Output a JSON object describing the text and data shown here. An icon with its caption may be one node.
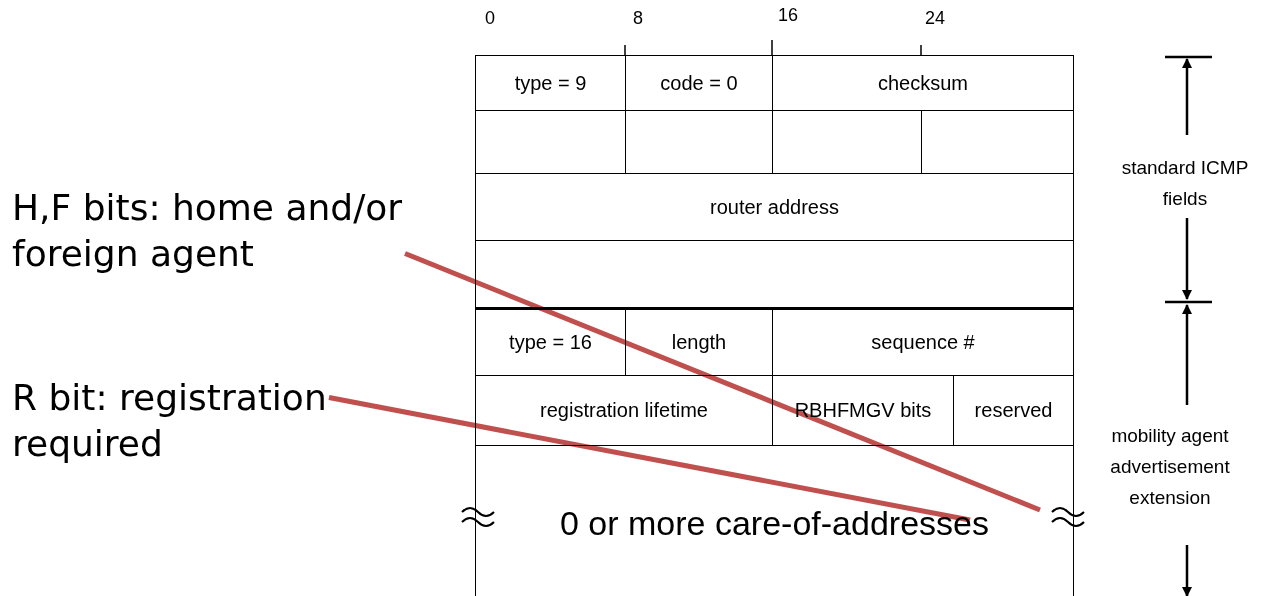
{
  "diagram": {
    "nodes": [
      {
        "text": [
          "type = 9"
        ]
      },
      {
        "text": [
          "code = 0"
        ]
      },
      {
        "text": [
          "checksum"
        ]
      },
      {
        "text": [
          "router address"
        ]
      },
      {
        "text": [
          "type = 16"
        ]
      },
      {
        "text": [
          "length"
        ]
      },
      {
        "text": [
          "sequence #"
        ]
      },
      {
        "text": [
          "registration lifetime"
        ]
      },
      {
        "text": [
          "RBHFMGV bits"
        ]
      },
      {
        "text": [
          "reserved"
        ]
      },
      {
        "text": [
          "0 or more care-of-addresses"
        ]
      },
      {
        "text": [
          "H,F bits: home and/or foreign agent"
        ]
      },
      {
        "text": [
          "R bit: registration required"
        ]
      }
    ],
    "edges": [
      {
        "from": 11,
        "to": 10,
        "arrow": "none"
      },
      {
        "from": 12,
        "to": 10,
        "arrow": "none"
      }
    ],
    "labels": [
      "0",
      "8",
      "16",
      "24",
      "standard ICMP fields",
      "mobility agent advertisement extension"
    ]
  }
}
